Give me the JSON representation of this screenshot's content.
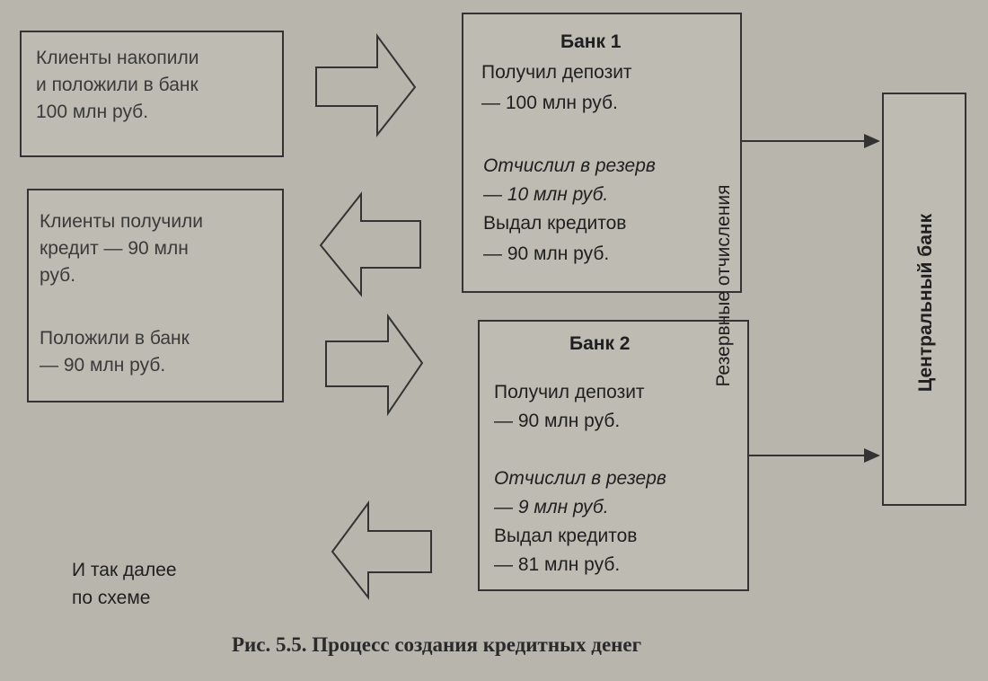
{
  "clients": {
    "box1_lines": [
      "Клиенты накопили",
      "и положили в банк",
      "100 млн руб."
    ],
    "box2_lines": [
      "Клиенты получили",
      "кредит — 90 млн",
      "руб.",
      "",
      "Положили в банк",
      "— 90 млн руб."
    ]
  },
  "bank1": {
    "title": "Банк 1",
    "deposit_lines": [
      "Получил депозит",
      "— 100 млн руб."
    ],
    "reserve_lines": [
      "Отчислил в резерв",
      "— 10 млн руб."
    ],
    "credit_lines": [
      "Выдал кредитов",
      "— 90 млн руб."
    ]
  },
  "bank2": {
    "title": "Банк 2",
    "deposit_lines": [
      "Получил депозит",
      "— 90 млн руб."
    ],
    "reserve_lines": [
      "Отчислил в резерв",
      "— 9 млн руб."
    ],
    "credit_lines": [
      "Выдал кредитов",
      "— 81 млн руб."
    ]
  },
  "reserves_label": "Резервные отчисления",
  "central_bank_label": "Центральный банк",
  "continue_lines": [
    "И так далее",
    "по схеме"
  ],
  "caption": "Рис. 5.5. Процесс создания кредитных денег",
  "colors": {
    "background": "#b8b5ad",
    "ink": "#1f1f1f",
    "border": "#333333"
  }
}
